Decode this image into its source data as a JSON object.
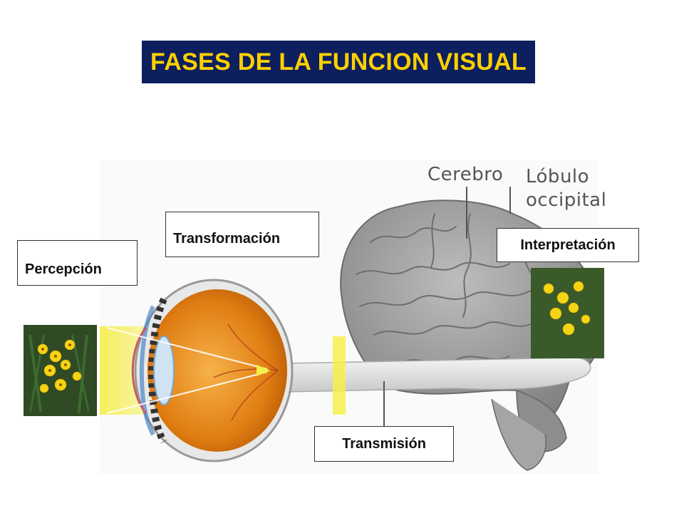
{
  "title": "FASES DE LA FUNCION VISUAL",
  "labels": {
    "percepcion": "Percepción",
    "transformacion": "Transformación",
    "interpretacion": "Interpretación",
    "transmision": "Transmisión"
  },
  "brain_labels": {
    "cerebro": "Cerebro",
    "lobulo": "Lóbulo",
    "occipital": "occipital"
  },
  "colors": {
    "title_bg": "#0d1f5e",
    "title_text": "#ffd000",
    "brain": "#9a9a9a",
    "eye_orange": "#e88a1a",
    "light_beam": "#f4ee3a"
  },
  "icons": [
    "eye-icon",
    "brain-icon",
    "flower-image"
  ]
}
